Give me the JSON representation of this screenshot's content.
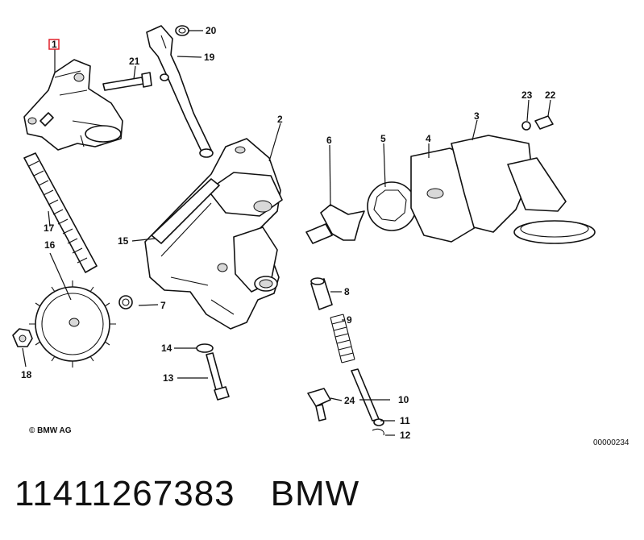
{
  "diagram": {
    "callouts": [
      "1",
      "2",
      "3",
      "4",
      "5",
      "6",
      "7",
      "8",
      "9",
      "10",
      "11",
      "12",
      "13",
      "14",
      "15",
      "16",
      "17",
      "18",
      "19",
      "20",
      "21",
      "22",
      "23",
      "24"
    ],
    "copyright": "© BMW AG",
    "code": "00000234",
    "highlight_color": "#e0202a"
  },
  "footer": {
    "part_number": "11411267383",
    "brand": "BMW"
  }
}
